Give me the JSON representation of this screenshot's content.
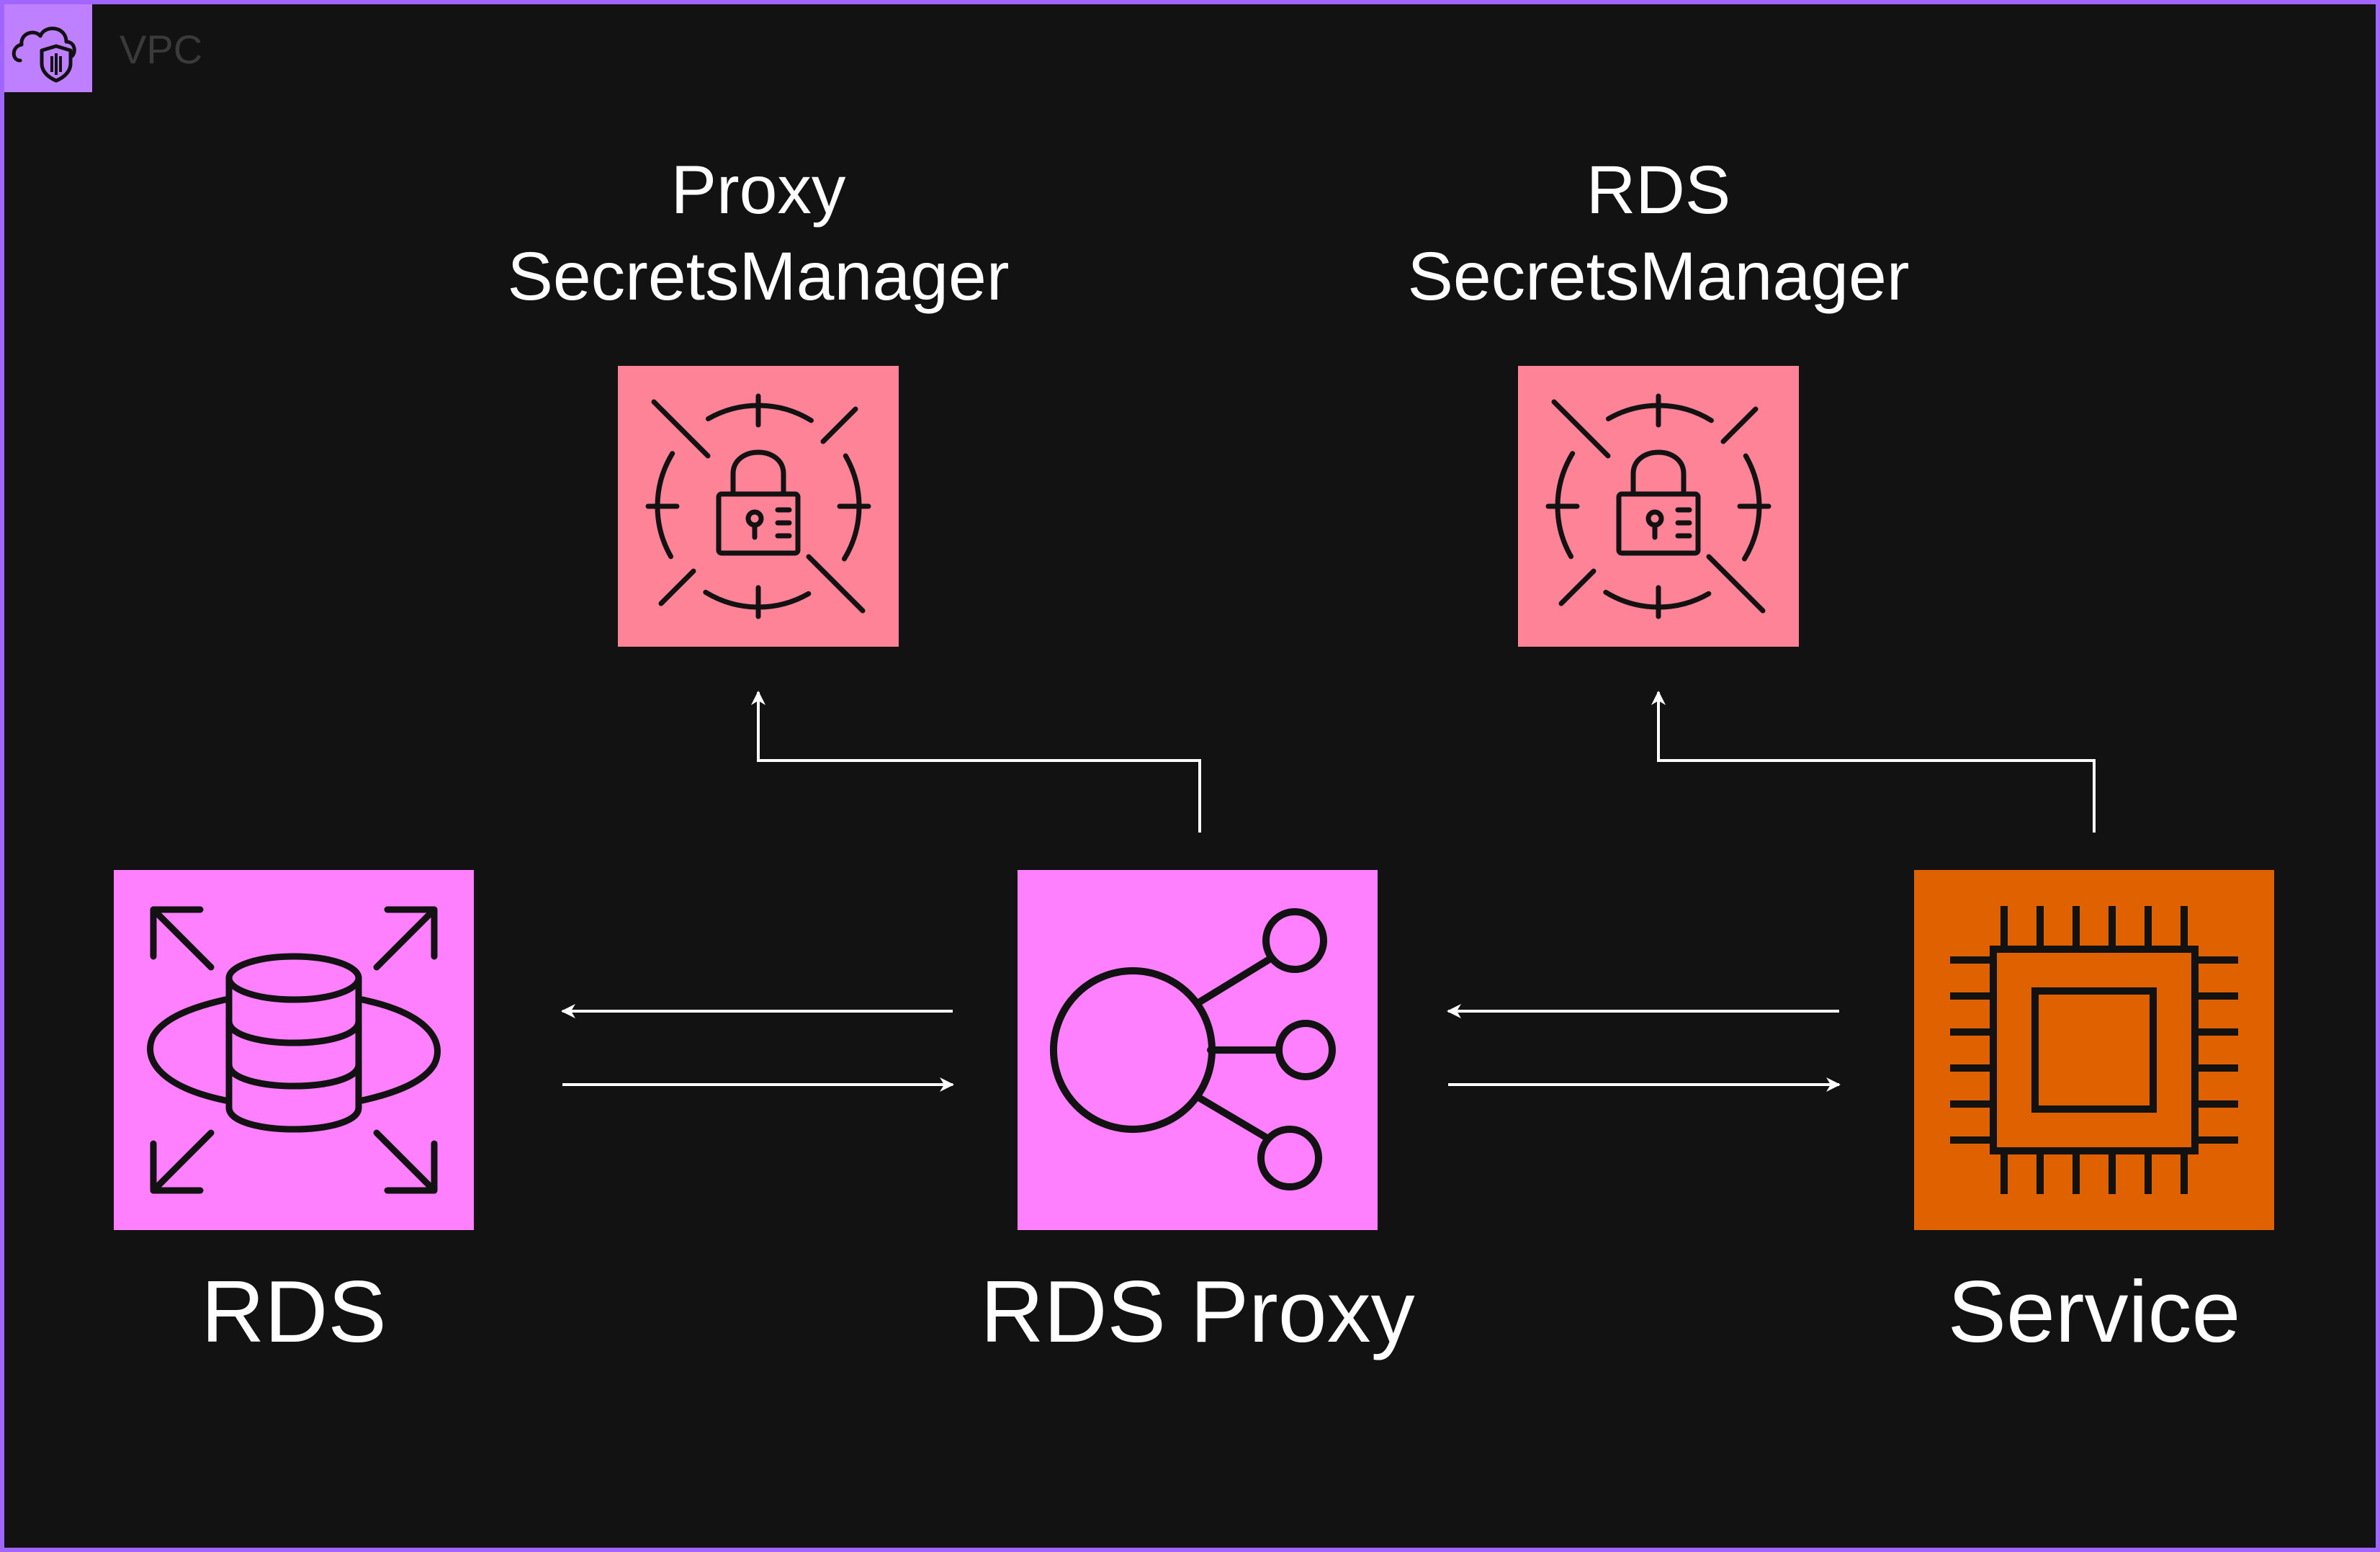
{
  "vpc": {
    "label": "VPC",
    "icon": "cloud-shield-icon"
  },
  "colors": {
    "background": "#121212",
    "vpc_border": "#a166ff",
    "secrets_fill": "#ff8397",
    "rds_fill": "#ff80ff",
    "service_fill": "#e06100"
  },
  "nodes": {
    "proxy_secrets": {
      "label_line1": "Proxy",
      "label_line2": "SecretsManager",
      "icon": "secrets-manager-icon"
    },
    "rds_secrets": {
      "label_line1": "RDS",
      "label_line2": "SecretsManager",
      "icon": "secrets-manager-icon"
    },
    "rds": {
      "label": "RDS",
      "icon": "rds-database-icon"
    },
    "rds_proxy": {
      "label": "RDS Proxy",
      "icon": "rds-proxy-icon"
    },
    "service": {
      "label": "Service",
      "icon": "processor-chip-icon"
    }
  },
  "edges": [
    {
      "from": "rds_proxy",
      "to": "proxy_secrets"
    },
    {
      "from": "service",
      "to": "rds_secrets"
    },
    {
      "from": "rds_proxy",
      "to": "rds"
    },
    {
      "from": "rds",
      "to": "rds_proxy"
    },
    {
      "from": "service",
      "to": "rds_proxy"
    },
    {
      "from": "rds_proxy",
      "to": "service"
    }
  ]
}
